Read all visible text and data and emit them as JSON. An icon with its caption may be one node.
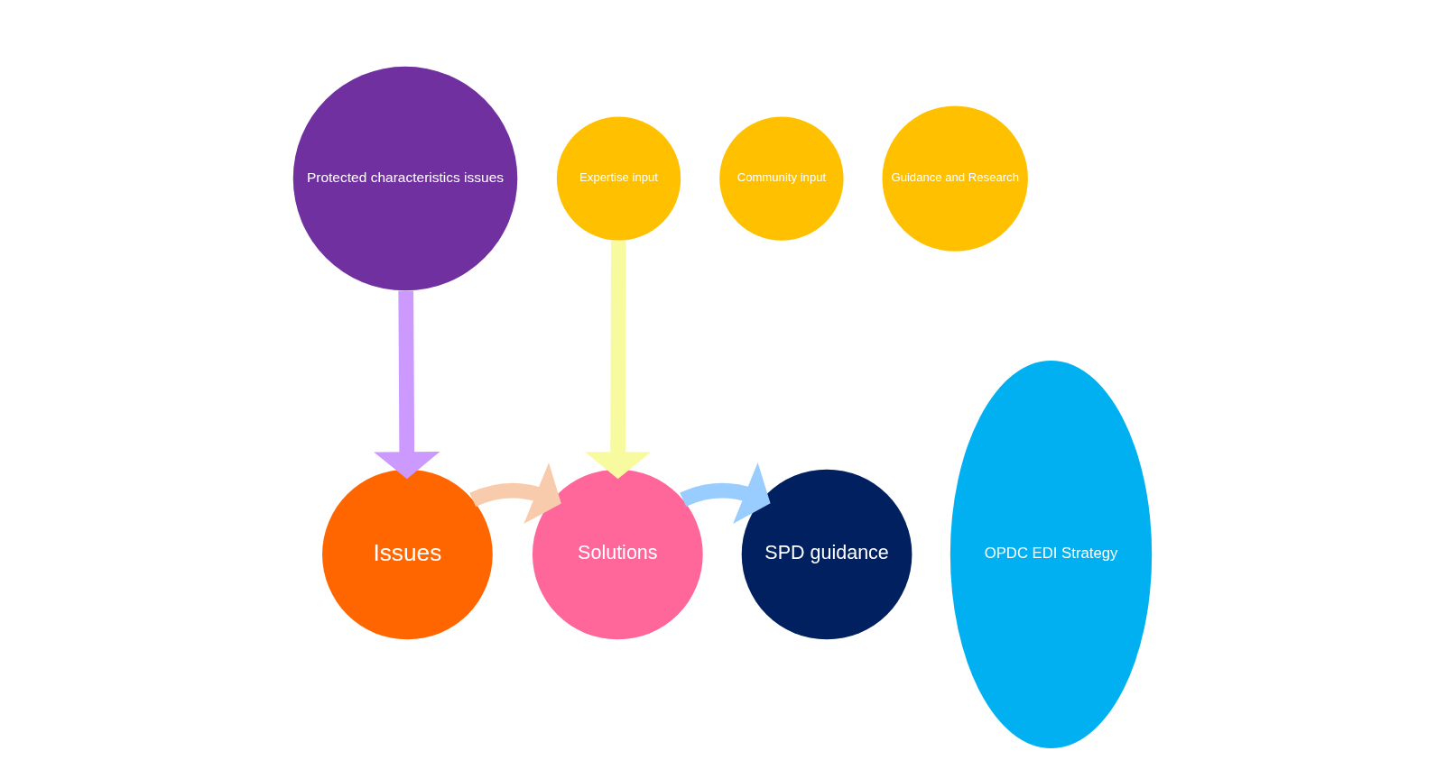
{
  "diagram": {
    "nodes": [
      {
        "text": [
          "OPDC EDI Strategy"
        ]
      },
      {
        "text": [
          "Protected characteristics issues"
        ]
      },
      {
        "text": [
          "Guidance and Research"
        ]
      },
      {
        "text": [
          "Expertise input"
        ]
      },
      {
        "text": [
          "Community input"
        ]
      },
      {
        "text": [
          "Issues"
        ]
      },
      {
        "text": [
          "Solutions"
        ]
      },
      {
        "text": [
          "SPD guidance"
        ]
      }
    ],
    "edges": [
      {
        "from": 1,
        "to": 5,
        "arrow": "to",
        "color": "#cc99ff"
      },
      {
        "from": 3,
        "to": 6,
        "arrow": "to",
        "color": "#f7fa9e"
      },
      {
        "from": 5,
        "to": 6,
        "arrow": "to",
        "color": "#f8cbad"
      },
      {
        "from": 6,
        "to": 7,
        "arrow": "to",
        "color": "#99ccff"
      }
    ]
  }
}
